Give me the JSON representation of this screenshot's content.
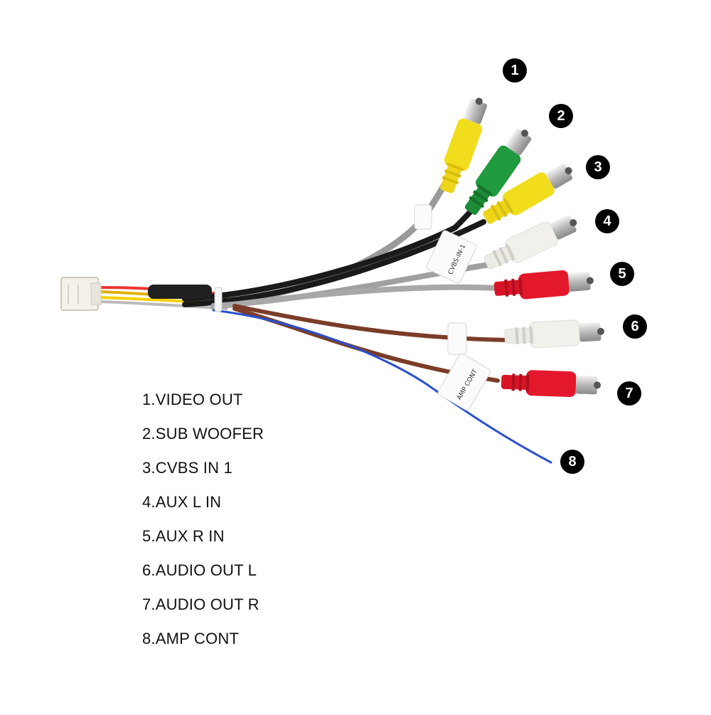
{
  "callouts": [
    "1",
    "2",
    "3",
    "4",
    "5",
    "6",
    "7",
    "8"
  ],
  "legend": [
    "1.VIDEO OUT",
    "2.SUB WOOFER",
    "3.CVBS IN 1",
    "4.AUX L IN",
    "5.AUX R IN",
    "6.AUDIO OUT L",
    "7.AUDIO OUT R",
    "8.AMP CONT"
  ],
  "cable_tags": [
    "CVBS-IN-1",
    "AMP CONT"
  ],
  "colors": {
    "yellow": "#f2dd1c",
    "green": "#1f9a3e",
    "white": "#f2f0ea",
    "red": "#e3182b",
    "gray_wire": "#9a9a9a",
    "black_wire": "#1a1a1a",
    "brown_wire": "#7a3d28",
    "blue_wire": "#2a4fd0"
  }
}
